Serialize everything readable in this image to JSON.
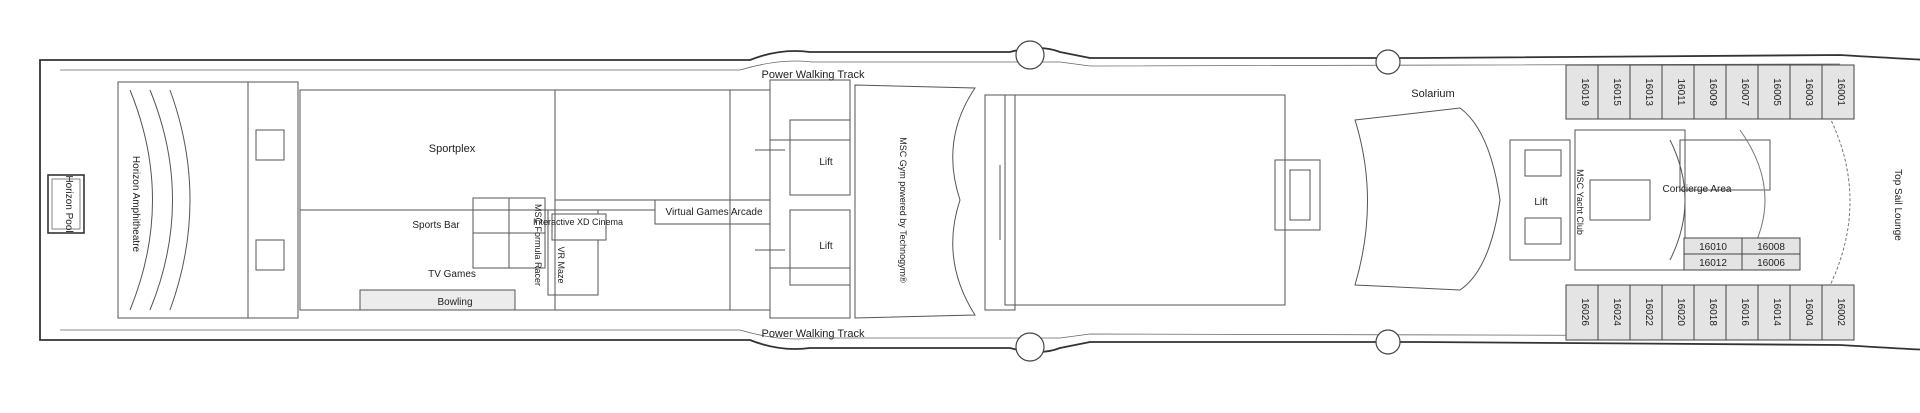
{
  "labels": {
    "power_walking_track_top": "Power Walking Track",
    "power_walking_track_bottom": "Power Walking Track",
    "solarium": "Solarium",
    "sportplex": "Sportplex",
    "horizon_pool": "Horizon Pool",
    "horizon_amphitheatre": "Horizon Amphitheatre",
    "sports_bar": "Sports Bar",
    "tv_games": "TV Games",
    "bowling": "Bowling",
    "msc_formula_racer": "MSC Formula Racer",
    "vr_maze": "VR Maze",
    "interactive_xd_cinema": "Interactive XD Cinema",
    "virtual_games_arcade": "Virtual Games Arcade",
    "lift_upper": "Lift",
    "lift_lower": "Lift",
    "lift_aft": "Lift",
    "msc_gym": "MSC Gym powered by Technogym®",
    "msc_yacht_club": "MSC Yacht Club",
    "concierge_area": "Concierge Area",
    "top_sail_lounge": "Top Sail Lounge"
  },
  "cabins": {
    "top_row": [
      "16019",
      "16015",
      "16013",
      "16011",
      "16009",
      "16007",
      "16005",
      "16003",
      "16001"
    ],
    "bottom_row": [
      "16026",
      "16024",
      "16022",
      "16020",
      "16018",
      "16016",
      "16014",
      "16004",
      "16002"
    ],
    "middle": [
      "16010",
      "16008",
      "16012",
      "16006"
    ]
  },
  "colors": {
    "outline": "#333333",
    "cabin_fill": "#e4e4e4",
    "wall": "#555555"
  }
}
